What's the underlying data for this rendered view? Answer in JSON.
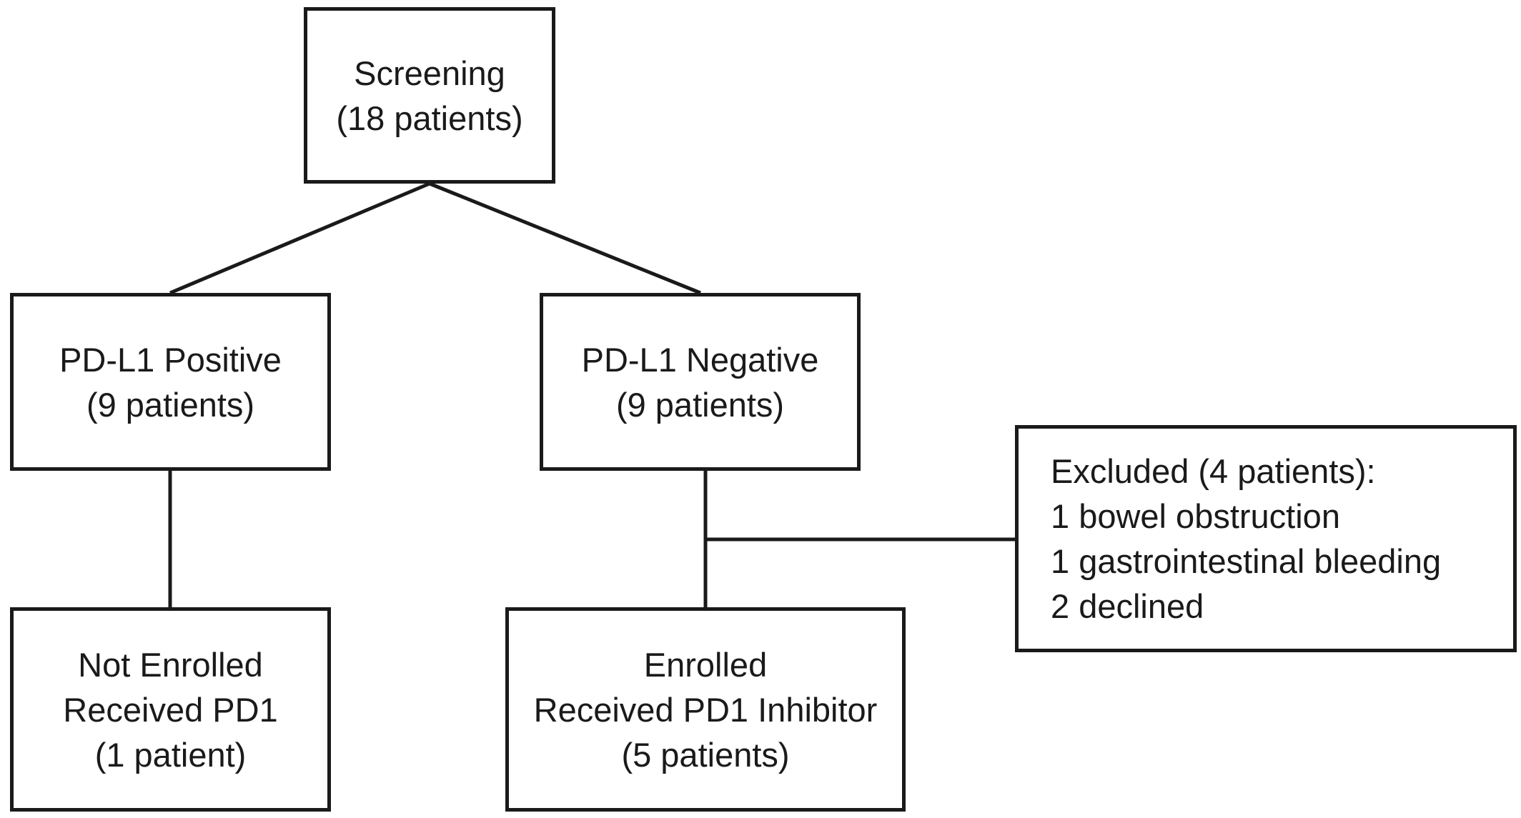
{
  "flowchart": {
    "screening": {
      "lines": [
        "Screening",
        "(18 patients)"
      ]
    },
    "pdl1_positive": {
      "lines": [
        "PD-L1 Positive",
        "(9 patients)"
      ]
    },
    "pdl1_negative": {
      "lines": [
        "PD-L1 Negative",
        "(9 patients)"
      ]
    },
    "excluded": {
      "lines": [
        "Excluded (4 patients):",
        "1 bowel obstruction",
        "1 gastrointestinal bleeding",
        "2 declined"
      ]
    },
    "not_enrolled": {
      "lines": [
        "Not Enrolled",
        "Received PD1",
        "(1 patient)"
      ]
    },
    "enrolled": {
      "lines": [
        "Enrolled",
        "Received PD1 Inhibitor",
        "(5 patients)"
      ]
    }
  }
}
